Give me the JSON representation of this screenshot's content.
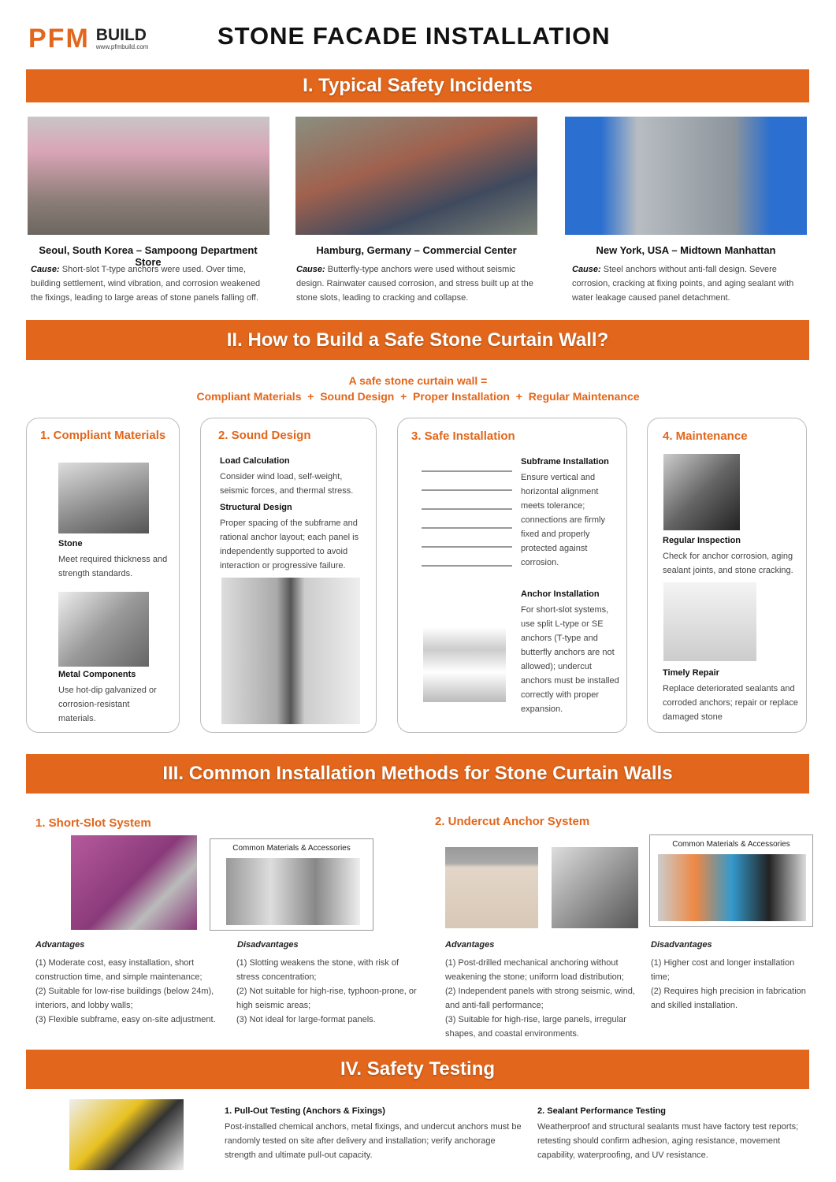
{
  "header": {
    "logo_main": "PFM",
    "logo_build": "BUILD",
    "logo_url": "www.pfmbuild.com",
    "title": "STONE FACADE INSTALLATION"
  },
  "section1": {
    "title": "I. Typical Safety Incidents",
    "incidents": [
      {
        "caption": "Seoul, South Korea – Sampoong Department Store",
        "cause_label": "Cause:",
        "cause": "Short-slot T-type anchors were used. Over time, building settlement, wind vibration, and corrosion weakened the fixings, leading to large areas of stone panels falling off."
      },
      {
        "caption": "Hamburg, Germany – Commercial Center",
        "cause_label": "Cause:",
        "cause": "Butterfly-type anchors were used without seismic design. Rainwater caused corrosion, and stress built up at the stone slots, leading to cracking and collapse."
      },
      {
        "caption": "New York, USA – Midtown Manhattan",
        "cause_label": "Cause:",
        "cause": "Steel anchors without anti-fall design. Severe corrosion, cracking at fixing points, and aging sealant with water leakage caused panel detachment."
      }
    ]
  },
  "section2": {
    "title": "II. How to Build a Safe Stone Curtain Wall?",
    "formula_line1": "A safe stone curtain wall =",
    "formula_line2": "Compliant Materials  +  Sound Design  +  Proper Installation  +  Regular Maintenance",
    "cards": [
      {
        "title": "1. Compliant Materials",
        "items": [
          {
            "heading": "Stone",
            "text": "Meet required thickness and strength standards."
          },
          {
            "heading": "Metal Components",
            "text": "Use hot-dip galvanized or corrosion-resistant materials."
          }
        ]
      },
      {
        "title": "2. Sound Design",
        "items": [
          {
            "heading": "Load Calculation",
            "text": "Consider wind load, self-weight, seismic forces, and thermal stress."
          },
          {
            "heading": "Structural Design",
            "text": "Proper spacing of the subframe and rational anchor layout; each panel is independently supported to avoid interaction or progressive failure."
          }
        ]
      },
      {
        "title": "3. Safe Installation",
        "items": [
          {
            "heading": "Subframe Installation",
            "text": "Ensure vertical and horizontal alignment meets tolerance; connections are firmly fixed and properly protected against corrosion."
          },
          {
            "heading": "Anchor Installation",
            "text": "For short-slot systems, use split L-type or SE anchors (T-type and butterfly anchors are not allowed); undercut anchors must be installed correctly with proper expansion."
          }
        ]
      },
      {
        "title": "4. Maintenance",
        "items": [
          {
            "heading": "Regular Inspection",
            "text": "Check for anchor corrosion, aging sealant joints, and stone cracking."
          },
          {
            "heading": "Timely Repair",
            "text": "Replace deteriorated sealants and corroded anchors; repair or replace damaged stone"
          }
        ]
      }
    ]
  },
  "section3": {
    "title": "III. Common Installation Methods for Stone Curtain Walls",
    "accessories_label": "Common Materials & Accessories",
    "advantages_label": "Advantages",
    "disadvantages_label": "Disadvantages",
    "systems": [
      {
        "title": "1. Short-Slot System",
        "advantages": "(1) Moderate cost, easy installation, short construction time, and simple maintenance;\n(2) Suitable for low-rise buildings (below 24m), interiors, and lobby walls;\n(3) Flexible subframe, easy on-site adjustment.",
        "disadvantages": "(1) Slotting weakens the stone, with risk of stress concentration;\n(2) Not suitable for high-rise, typhoon-prone, or high seismic areas;\n(3) Not ideal for large-format panels."
      },
      {
        "title": "2. Undercut Anchor System",
        "advantages": "(1) Post-drilled mechanical anchoring without weakening the stone; uniform load distribution;\n(2) Independent panels with strong seismic, wind, and anti-fall performance;\n(3) Suitable for high-rise, large panels, irregular shapes, and coastal environments.",
        "disadvantages": "(1) Higher cost and longer installation time;\n(2) Requires high precision in fabrication and skilled installation."
      }
    ]
  },
  "section4": {
    "title": "IV. Safety Testing",
    "tests": [
      {
        "heading": "1. Pull-Out Testing (Anchors & Fixings)",
        "text": "Post-installed chemical anchors, metal fixings, and undercut anchors must be randomly tested on site after delivery and installation; verify anchorage strength and ultimate pull-out capacity."
      },
      {
        "heading": "2. Sealant Performance Testing",
        "text": "Weatherproof and structural sealants must have factory test reports; retesting should confirm adhesion, aging resistance, movement capability, waterproofing, and UV resistance."
      }
    ]
  },
  "colors": {
    "accent": "#e2661b"
  }
}
